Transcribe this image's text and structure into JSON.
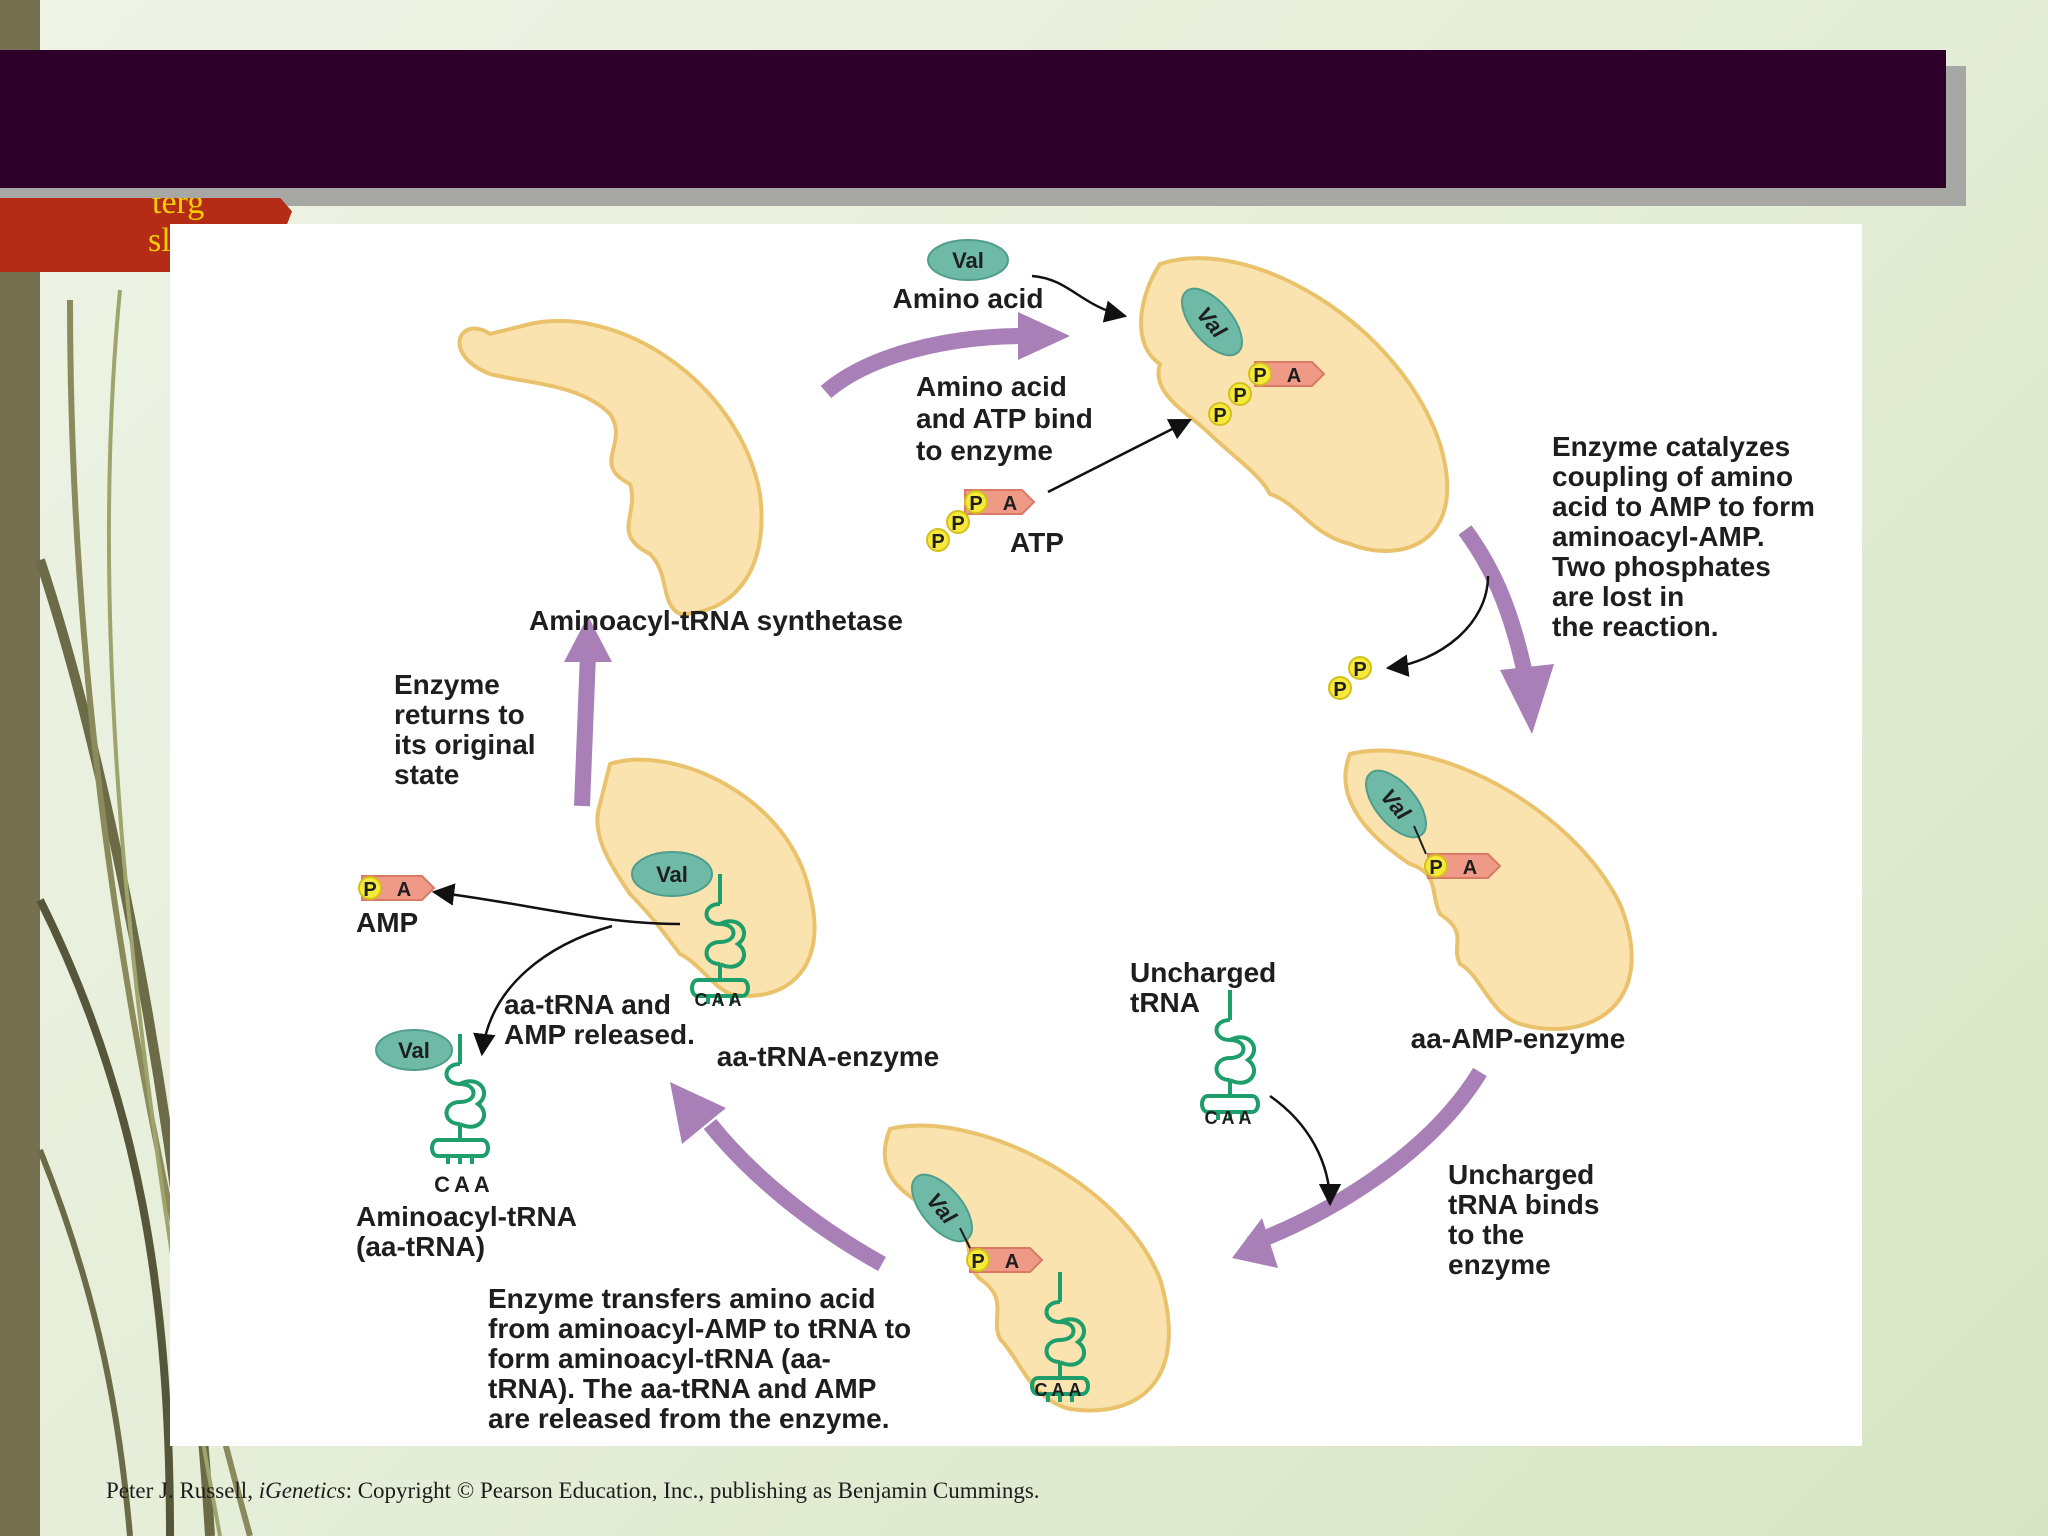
{
  "slide": {
    "tab_text_1": "terg",
    "tab_text_2": "sl",
    "footer": {
      "author": "Peter J. Russell, ",
      "book": "iGenetics",
      "rest": ": Copyright © Pearson Education, Inc., publishing as Benjamin Cummings."
    }
  },
  "diagram": {
    "val": "Val",
    "p": "P",
    "a": "A",
    "caa": "CAA",
    "amino_acid": "Amino acid",
    "atp": "ATP",
    "synthetase": "Aminoacyl-tRNA synthetase",
    "bind_note": [
      "Amino acid",
      "and ATP bind",
      "to enzyme"
    ],
    "catalyze_note": [
      "Enzyme catalyzes",
      "coupling of amino",
      "acid to AMP to form",
      "aminoacyl-AMP.",
      "Two phosphates",
      "are lost in",
      "the reaction."
    ],
    "aa_amp_enzyme": "aa-AMP-enzyme",
    "uncharged_trna": [
      "Uncharged",
      "tRNA"
    ],
    "binds_note": [
      "Uncharged",
      "tRNA binds",
      "to the",
      "enzyme"
    ],
    "transfer_note": [
      "Enzyme transfers amino acid",
      "from aminoacyl-AMP to tRNA to",
      "form aminoacyl-tRNA (aa-",
      "tRNA). The aa-tRNA and AMP",
      "are released from the enzyme."
    ],
    "aa_trna_enzyme": "aa-tRNA-enzyme",
    "released_note": [
      "aa-tRNA and",
      "AMP released."
    ],
    "amp": "AMP",
    "aminoacyl_trna": [
      "Aminoacyl-tRNA",
      "(aa-tRNA)"
    ],
    "returns_note": [
      "Enzyme",
      "returns to",
      "its original",
      "state"
    ]
  },
  "colors": {
    "title_bar": "#2c0028",
    "enzyme_fill": "#fbe3b0",
    "enzyme_stroke": "#e9c26b",
    "cycle_arrow": "#a97fb8",
    "val_fill": "#6fb9a7",
    "trna": "#1e9e6a",
    "phosphate": "#f6e93a",
    "adenine": "#ef9a86"
  }
}
